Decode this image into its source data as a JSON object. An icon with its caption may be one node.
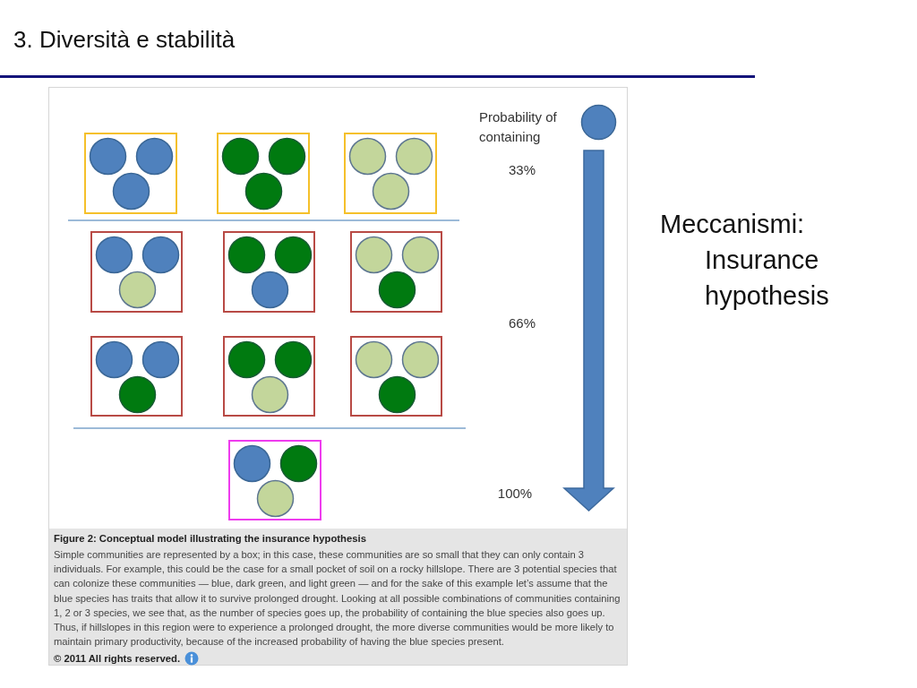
{
  "diagram": {
    "title": "3. Diversità e stabilità",
    "caption": "Figure 2: Conceptual model illustrating the insurance hypothesis",
    "nodes": [
      {
        "text": [],
        "shape": "box"
      },
      {
        "text": [],
        "shape": "circle",
        "in": 0
      },
      {
        "text": [],
        "shape": "circle",
        "in": 0
      },
      {
        "text": [],
        "shape": "circle",
        "in": 0
      },
      {
        "text": [],
        "shape": "box"
      },
      {
        "text": [],
        "shape": "circle",
        "in": 4
      },
      {
        "text": [],
        "shape": "circle",
        "in": 4
      },
      {
        "text": [],
        "shape": "circle",
        "in": 4
      },
      {
        "text": [],
        "shape": "box"
      },
      {
        "text": [],
        "shape": "circle",
        "in": 8
      },
      {
        "text": [],
        "shape": "circle",
        "in": 8
      },
      {
        "text": [],
        "shape": "circle",
        "in": 8
      },
      {
        "text": [],
        "shape": "circle"
      },
      {
        "text": [],
        "shape": "box"
      },
      {
        "text": [],
        "shape": "circle",
        "in": 13
      },
      {
        "text": [],
        "shape": "circle",
        "in": 13
      },
      {
        "text": [],
        "shape": "circle",
        "in": 13
      },
      {
        "text": [],
        "shape": "box"
      },
      {
        "text": [],
        "shape": "circle",
        "in": 17
      },
      {
        "text": [],
        "shape": "circle",
        "in": 17
      },
      {
        "text": [],
        "shape": "circle",
        "in": 17
      },
      {
        "text": [],
        "shape": "box"
      },
      {
        "text": [],
        "shape": "circle",
        "in": 21
      },
      {
        "text": [],
        "shape": "circle",
        "in": 21
      },
      {
        "text": [],
        "shape": "circle",
        "in": 21
      },
      {
        "text": [],
        "shape": "box"
      },
      {
        "text": [],
        "shape": "circle",
        "in": 25
      },
      {
        "text": [],
        "shape": "circle",
        "in": 25
      },
      {
        "text": [],
        "shape": "circle",
        "in": 25
      },
      {
        "text": [],
        "shape": "box"
      },
      {
        "text": [],
        "shape": "circle",
        "in": 29
      },
      {
        "text": [],
        "shape": "circle",
        "in": 29
      },
      {
        "text": [],
        "shape": "circle",
        "in": 29
      },
      {
        "text": [],
        "shape": "box"
      },
      {
        "text": [],
        "shape": "circle",
        "in": 33
      },
      {
        "text": [],
        "shape": "circle",
        "in": 33
      },
      {
        "text": [],
        "shape": "circle",
        "in": 33
      },
      {
        "text": [],
        "shape": "box"
      },
      {
        "text": [],
        "shape": "circle",
        "in": 37
      },
      {
        "text": [],
        "shape": "circle",
        "in": 37
      },
      {
        "text": [],
        "shape": "circle",
        "in": 37
      }
    ],
    "labels": [
      "Probability of containing",
      "33%",
      "66%",
      "100%",
      "Meccanismi:",
      "Insurance hypothesis",
      "Simple communities are represented by a box; in this case, these communities are so small that they can only contain 3 individuals. For example, this could be the case for a small pocket of soil on a rocky hillslope. There are 3 potential species that can colonize these communities — blue, dark green, and light green — and for the sake of this example let’s assume that the blue species has traits that allow it to survive prolonged drought. Looking at all possible combinations of communities containing 1, 2 or 3 species, we see that, as the number of species goes up, the probability of containing the blue species also goes up. Thus, if hillslopes in this region were to experience a prolonged drought, the more diverse communities would be more likely to maintain primary productivity, because of the increased probability of having the blue species present.",
      "© 2011 All rights reserved."
    ]
  }
}
